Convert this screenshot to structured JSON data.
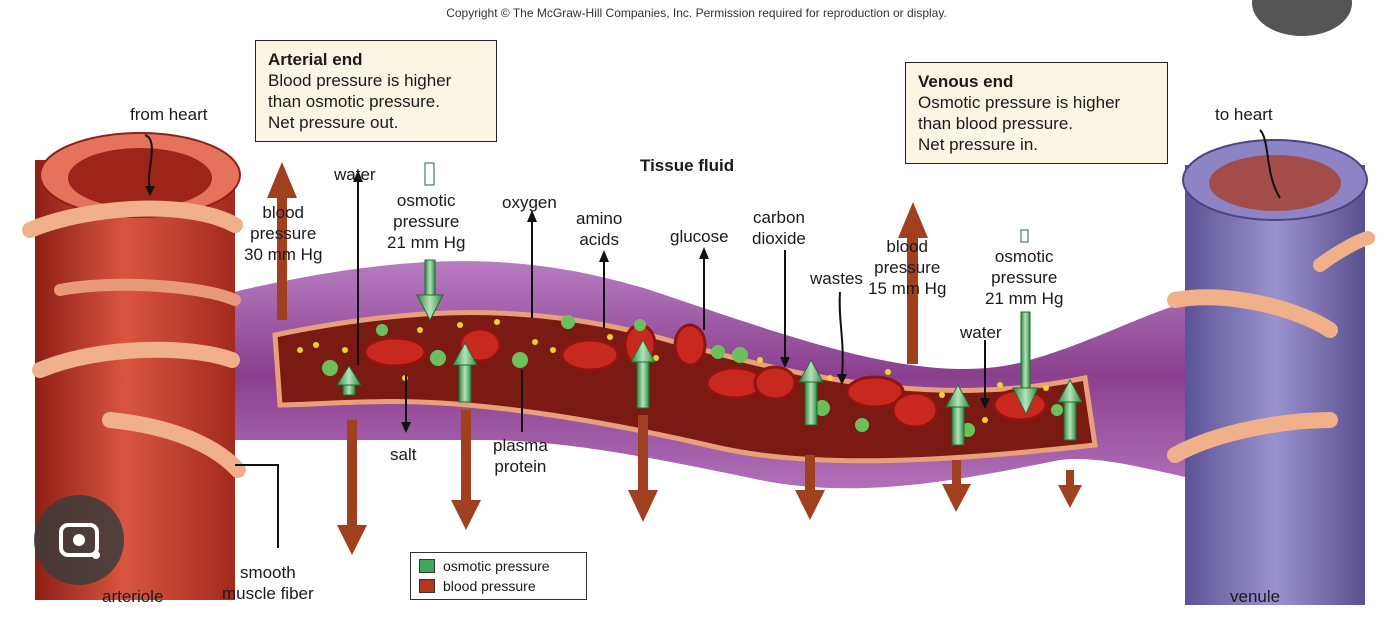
{
  "copyright": "Copyright © The McGraw-Hill Companies, Inc. Permission required for reproduction or display.",
  "title": "Tissue fluid",
  "arterial_box": {
    "heading": "Arterial end",
    "lines": [
      "Blood pressure is higher",
      "than osmotic pressure.",
      "Net pressure out."
    ]
  },
  "venous_box": {
    "heading": "Venous end",
    "lines": [
      "Osmotic pressure is higher",
      "than blood pressure.",
      "Net pressure in."
    ]
  },
  "labels": {
    "from_heart": "from heart",
    "to_heart": "to heart",
    "arteriole": "arteriole",
    "venule": "venule",
    "smooth_muscle": [
      "smooth",
      "muscle fiber"
    ],
    "water_left": "water",
    "water_right": "water",
    "bp_left": [
      "blood",
      "pressure",
      "30 mm Hg"
    ],
    "op_left": [
      "osmotic",
      "pressure",
      "21 mm Hg"
    ],
    "bp_right": [
      "blood",
      "pressure",
      "15 mm Hg"
    ],
    "op_right": [
      "osmotic",
      "pressure",
      "21 mm Hg"
    ],
    "oxygen": "oxygen",
    "amino_acids": [
      "amino",
      "acids"
    ],
    "glucose": "glucose",
    "carbon_dioxide": [
      "carbon",
      "dioxide"
    ],
    "wastes": "wastes",
    "salt": "salt",
    "plasma_protein": [
      "plasma",
      "protein"
    ]
  },
  "legend": [
    {
      "label": "osmotic pressure",
      "color": "#3fa85a"
    },
    {
      "label": "blood pressure",
      "color": "#b3341f"
    }
  ],
  "colors": {
    "arteriole": "#c0392b",
    "venule": "#7e74b8",
    "capillary": "#9b4f9c",
    "blood": "#7a1a12",
    "rbc": "#c8281e",
    "osmotic": "#3fa85a",
    "pressure": "#a0401f"
  },
  "icons": [
    "lens-icon",
    "close-icon"
  ]
}
